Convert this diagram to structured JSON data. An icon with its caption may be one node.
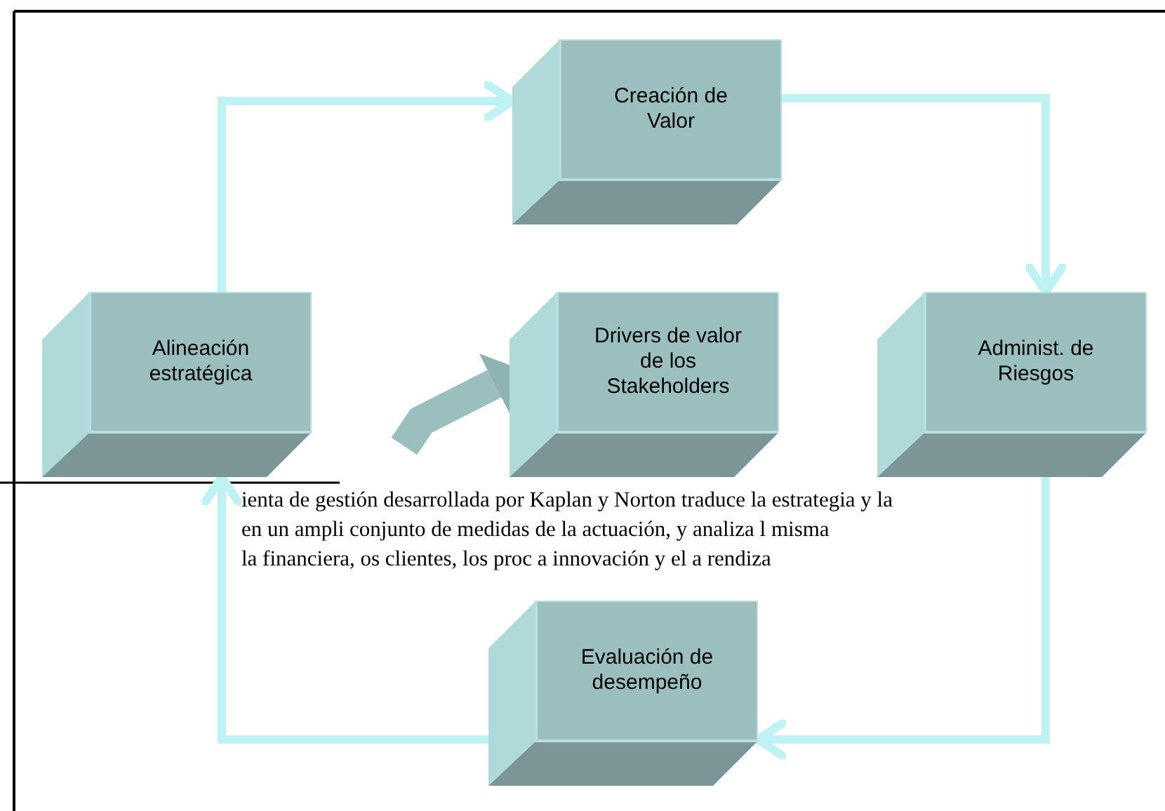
{
  "diagram": {
    "nodes": [
      {
        "text": [
          "Creación de Valor"
        ]
      },
      {
        "text": [
          "Administ. de Riesgos"
        ]
      },
      {
        "text": [
          "Evaluación de desempeño"
        ]
      },
      {
        "text": [
          "Alineación estratégica"
        ]
      },
      {
        "text": [
          "Drivers de valor de los Stakeholders"
        ]
      }
    ],
    "edges": [
      {
        "from": 3,
        "to": 0,
        "arrow": "to"
      },
      {
        "from": 0,
        "to": 1,
        "arrow": "to"
      },
      {
        "from": 1,
        "to": 2,
        "arrow": "to"
      },
      {
        "from": 2,
        "to": 3,
        "arrow": "to"
      },
      {
        "from": null,
        "to": 4,
        "arrow": "to",
        "style": "thick"
      }
    ],
    "labels": [
      "ienta de gestión desarrollada por Kaplan y Norton traduce la estrategia y la",
      "en un ampli conjunto de medidas de la actuación, y analiza l misma",
      "la financiera, os clientes, los proc a innovación y el a rendiza"
    ]
  }
}
